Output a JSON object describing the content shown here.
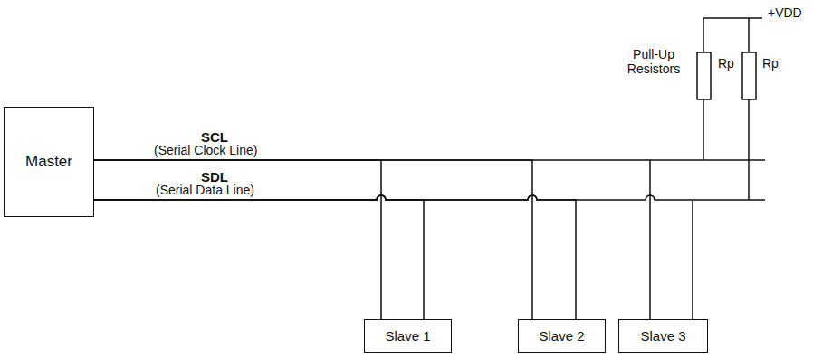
{
  "diagram": {
    "nodes": [
      {
        "text": [
          "Master"
        ]
      },
      {
        "text": [
          "Slave 1"
        ]
      },
      {
        "text": [
          "Slave 2"
        ]
      },
      {
        "text": [
          "Slave 3"
        ]
      }
    ],
    "edges": [
      {
        "from": 0,
        "to": 1,
        "arrow": "none"
      },
      {
        "from": 0,
        "to": 2,
        "arrow": "none"
      },
      {
        "from": 0,
        "to": 3,
        "arrow": "none"
      },
      {
        "from": 0,
        "to": 1,
        "arrow": "none"
      },
      {
        "from": 0,
        "to": 2,
        "arrow": "none"
      },
      {
        "from": 0,
        "to": 3,
        "arrow": "none"
      }
    ],
    "labels": [
      "SCL",
      "(Serial Clock Line)",
      "SDL",
      "(Serial Data Line)",
      "Pull-Up Resistors",
      "Rp",
      "Rp",
      "+VDD"
    ]
  }
}
